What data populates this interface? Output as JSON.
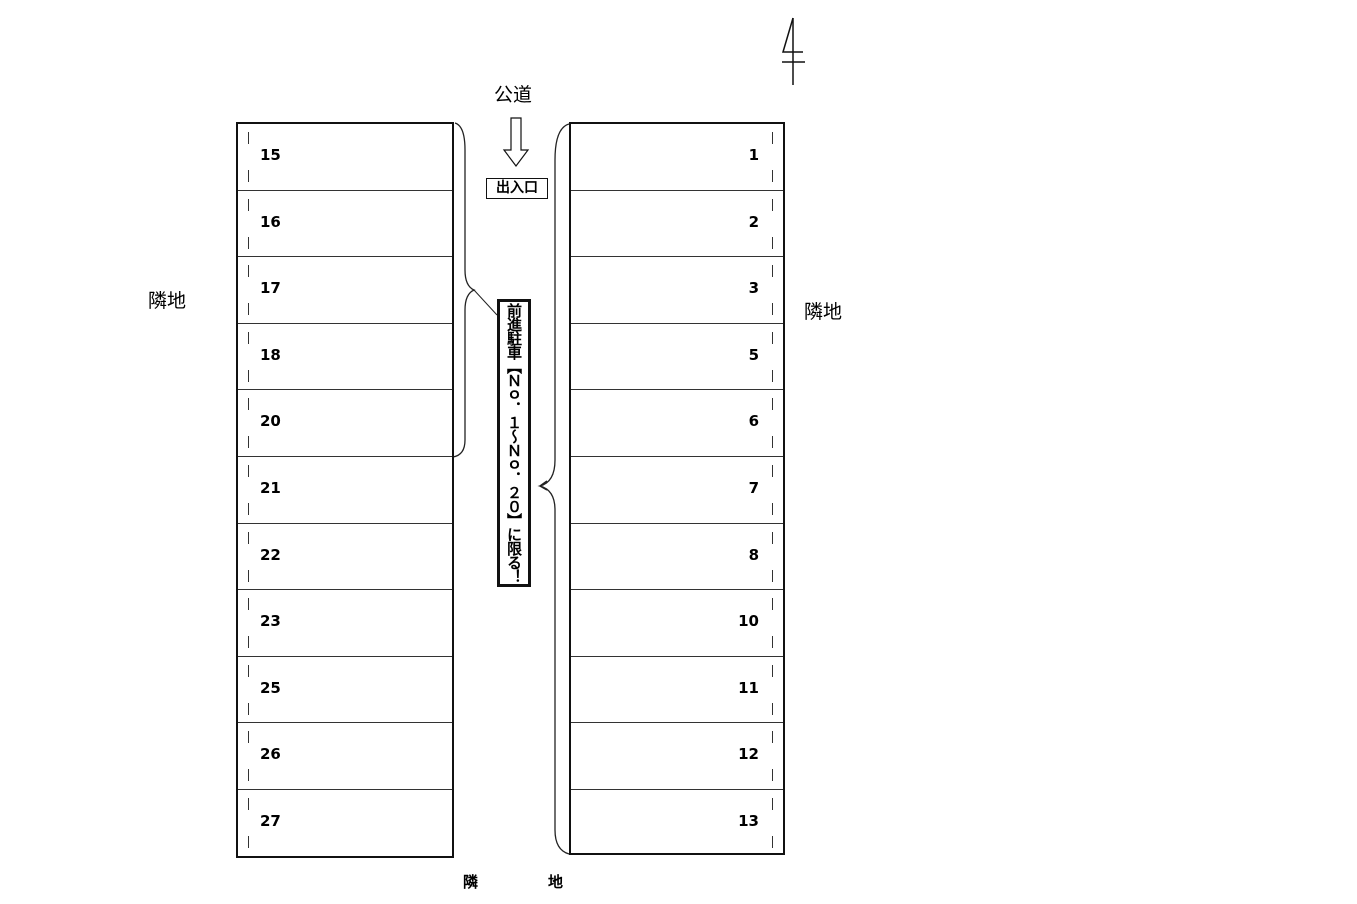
{
  "public_road_label": "公道",
  "entrance_label": "出入口",
  "neighbor_left": "隣地",
  "neighbor_right": "隣地",
  "neighbor_bottom": [
    "隣",
    "地"
  ],
  "sign_text": "前進駐車【Ｎｏ．１～Ｎｏ．２０】に限る！",
  "left_spaces": [
    "15",
    "16",
    "17",
    "18",
    "20",
    "21",
    "22",
    "23",
    "25",
    "26",
    "27"
  ],
  "right_spaces": [
    "1",
    "2",
    "3",
    "5",
    "6",
    "7",
    "8",
    "10",
    "11",
    "12",
    "13"
  ]
}
